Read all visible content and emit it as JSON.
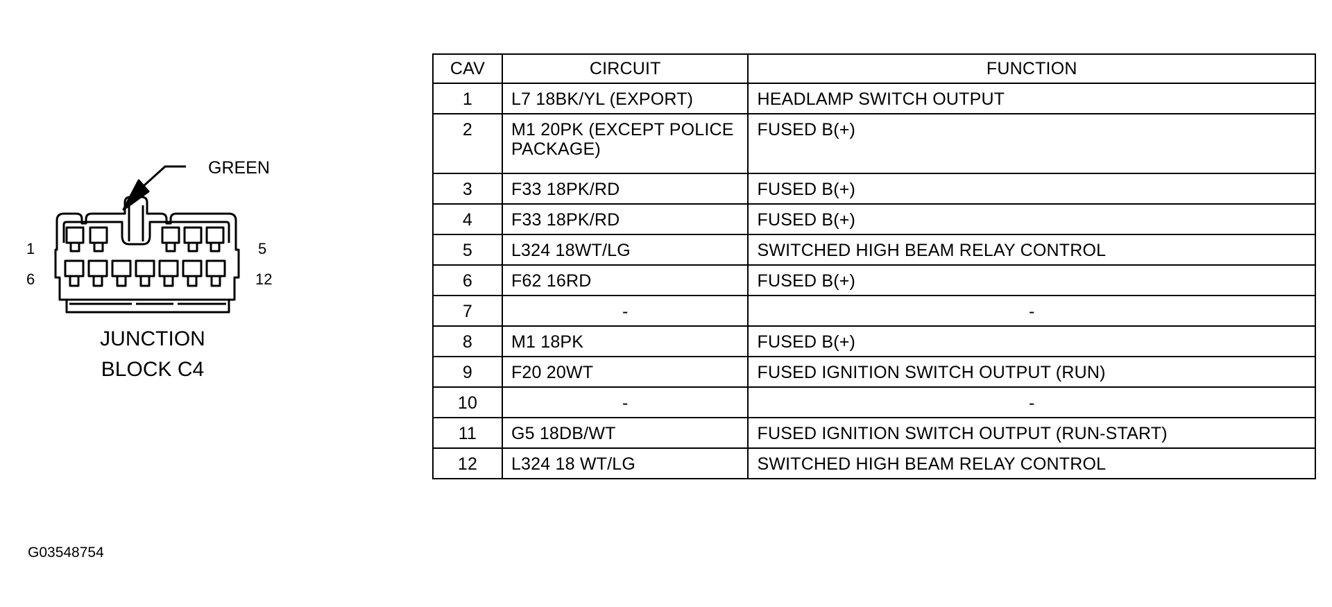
{
  "connector": {
    "color_label": "GREEN",
    "pin_labels": {
      "top_left": "1",
      "top_right": "5",
      "bottom_left": "6",
      "bottom_right": "12"
    },
    "caption_line1": "JUNCTION",
    "caption_line2": "BLOCK C4"
  },
  "table": {
    "headers": [
      "CAV",
      "CIRCUIT",
      "FUNCTION"
    ],
    "rows": [
      {
        "cav": "1",
        "circuit": "L7 18BK/YL (EXPORT)",
        "function": "HEADLAMP SWITCH OUTPUT"
      },
      {
        "cav": "2",
        "circuit": "M1 20PK (EXCEPT POLICE PACKAGE)",
        "function": "FUSED B(+)"
      },
      {
        "cav": "3",
        "circuit": "F33 18PK/RD",
        "function": "FUSED B(+)"
      },
      {
        "cav": "4",
        "circuit": "F33 18PK/RD",
        "function": "FUSED B(+)"
      },
      {
        "cav": "5",
        "circuit": "L324 18WT/LG",
        "function": "SWITCHED HIGH BEAM RELAY CONTROL"
      },
      {
        "cav": "6",
        "circuit": "F62 16RD",
        "function": "FUSED B(+)"
      },
      {
        "cav": "7",
        "circuit": "-",
        "function": "-"
      },
      {
        "cav": "8",
        "circuit": "M1 18PK",
        "function": "FUSED B(+)"
      },
      {
        "cav": "9",
        "circuit": "F20 20WT",
        "function": "FUSED IGNITION SWITCH OUTPUT (RUN)"
      },
      {
        "cav": "10",
        "circuit": "-",
        "function": "-"
      },
      {
        "cav": "11",
        "circuit": "G5 18DB/WT",
        "function": "FUSED IGNITION SWITCH OUTPUT (RUN-START)"
      },
      {
        "cav": "12",
        "circuit": "L324 18 WT/LG",
        "function": "SWITCHED HIGH BEAM RELAY CONTROL"
      }
    ]
  },
  "figure_id": "G03548754"
}
